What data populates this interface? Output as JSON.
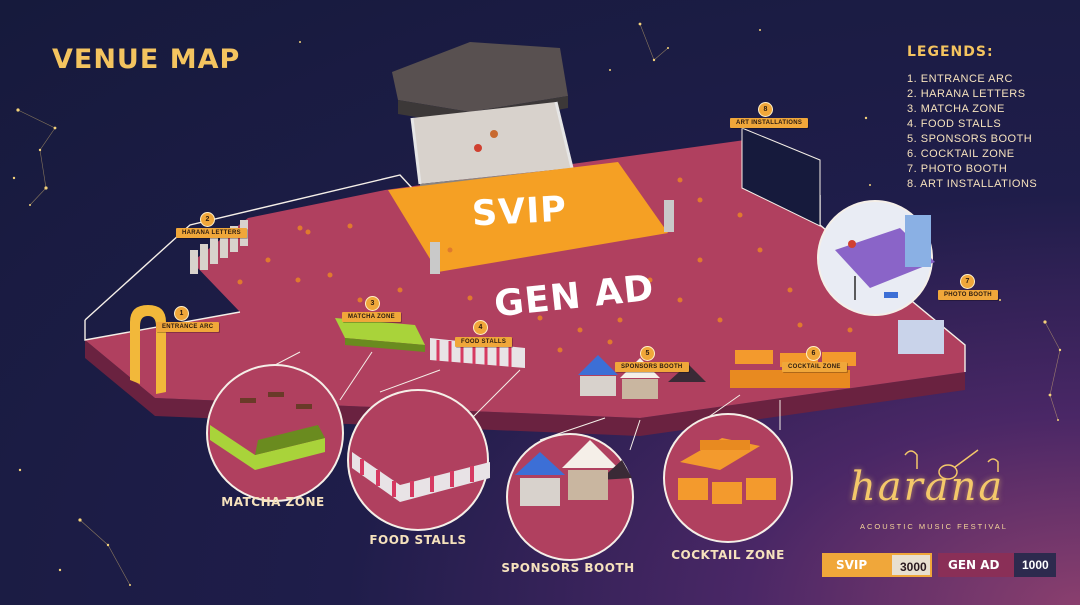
{
  "page_title": "VENUE MAP",
  "legend": {
    "title": "LEGENDS:",
    "items": [
      "1. ENTRANCE ARC",
      "2. HARANA LETTERS",
      "3. MATCHA ZONE",
      "4. FOOD STALLS",
      "5. SPONSORS BOOTH",
      "6. COCKTAIL ZONE",
      "7. PHOTO BOOTH",
      "8. ART INSTALLATIONS"
    ]
  },
  "zones": {
    "svip": "SVIP",
    "gen_ad": "GEN AD"
  },
  "markers": [
    {
      "number": "1",
      "label": "ENTRANCE ARC"
    },
    {
      "number": "2",
      "label": "HARANA LETTERS"
    },
    {
      "number": "3",
      "label": "MATCHA ZONE"
    },
    {
      "number": "4",
      "label": "FOOD STALLS"
    },
    {
      "number": "5",
      "label": "SPONSORS BOOTH"
    },
    {
      "number": "6",
      "label": "COCKTAIL ZONE"
    },
    {
      "number": "7",
      "label": "PHOTO BOOTH"
    },
    {
      "number": "8",
      "label": "ART INSTALLATIONS"
    }
  ],
  "closeups": [
    "MATCHA ZONE",
    "FOOD STALLS",
    "SPONSORS BOOTH",
    "COCKTAIL ZONE"
  ],
  "logo": {
    "name": "harana",
    "tagline": "ACOUSTIC MUSIC FESTIVAL"
  },
  "tickets": [
    {
      "name": "SVIP",
      "count": "3000"
    },
    {
      "name": "GEN AD",
      "count": "1000"
    }
  ],
  "colors": {
    "floor": "#b0405f",
    "floor_dark": "#7d2946",
    "svip": "#f5a024",
    "accent": "#f0a73a",
    "matcha": "#a9d33a",
    "food_stripe": "#e8e3e6",
    "sponsor_tent": "#3c6fd6",
    "cocktail": "#f39a2d"
  }
}
